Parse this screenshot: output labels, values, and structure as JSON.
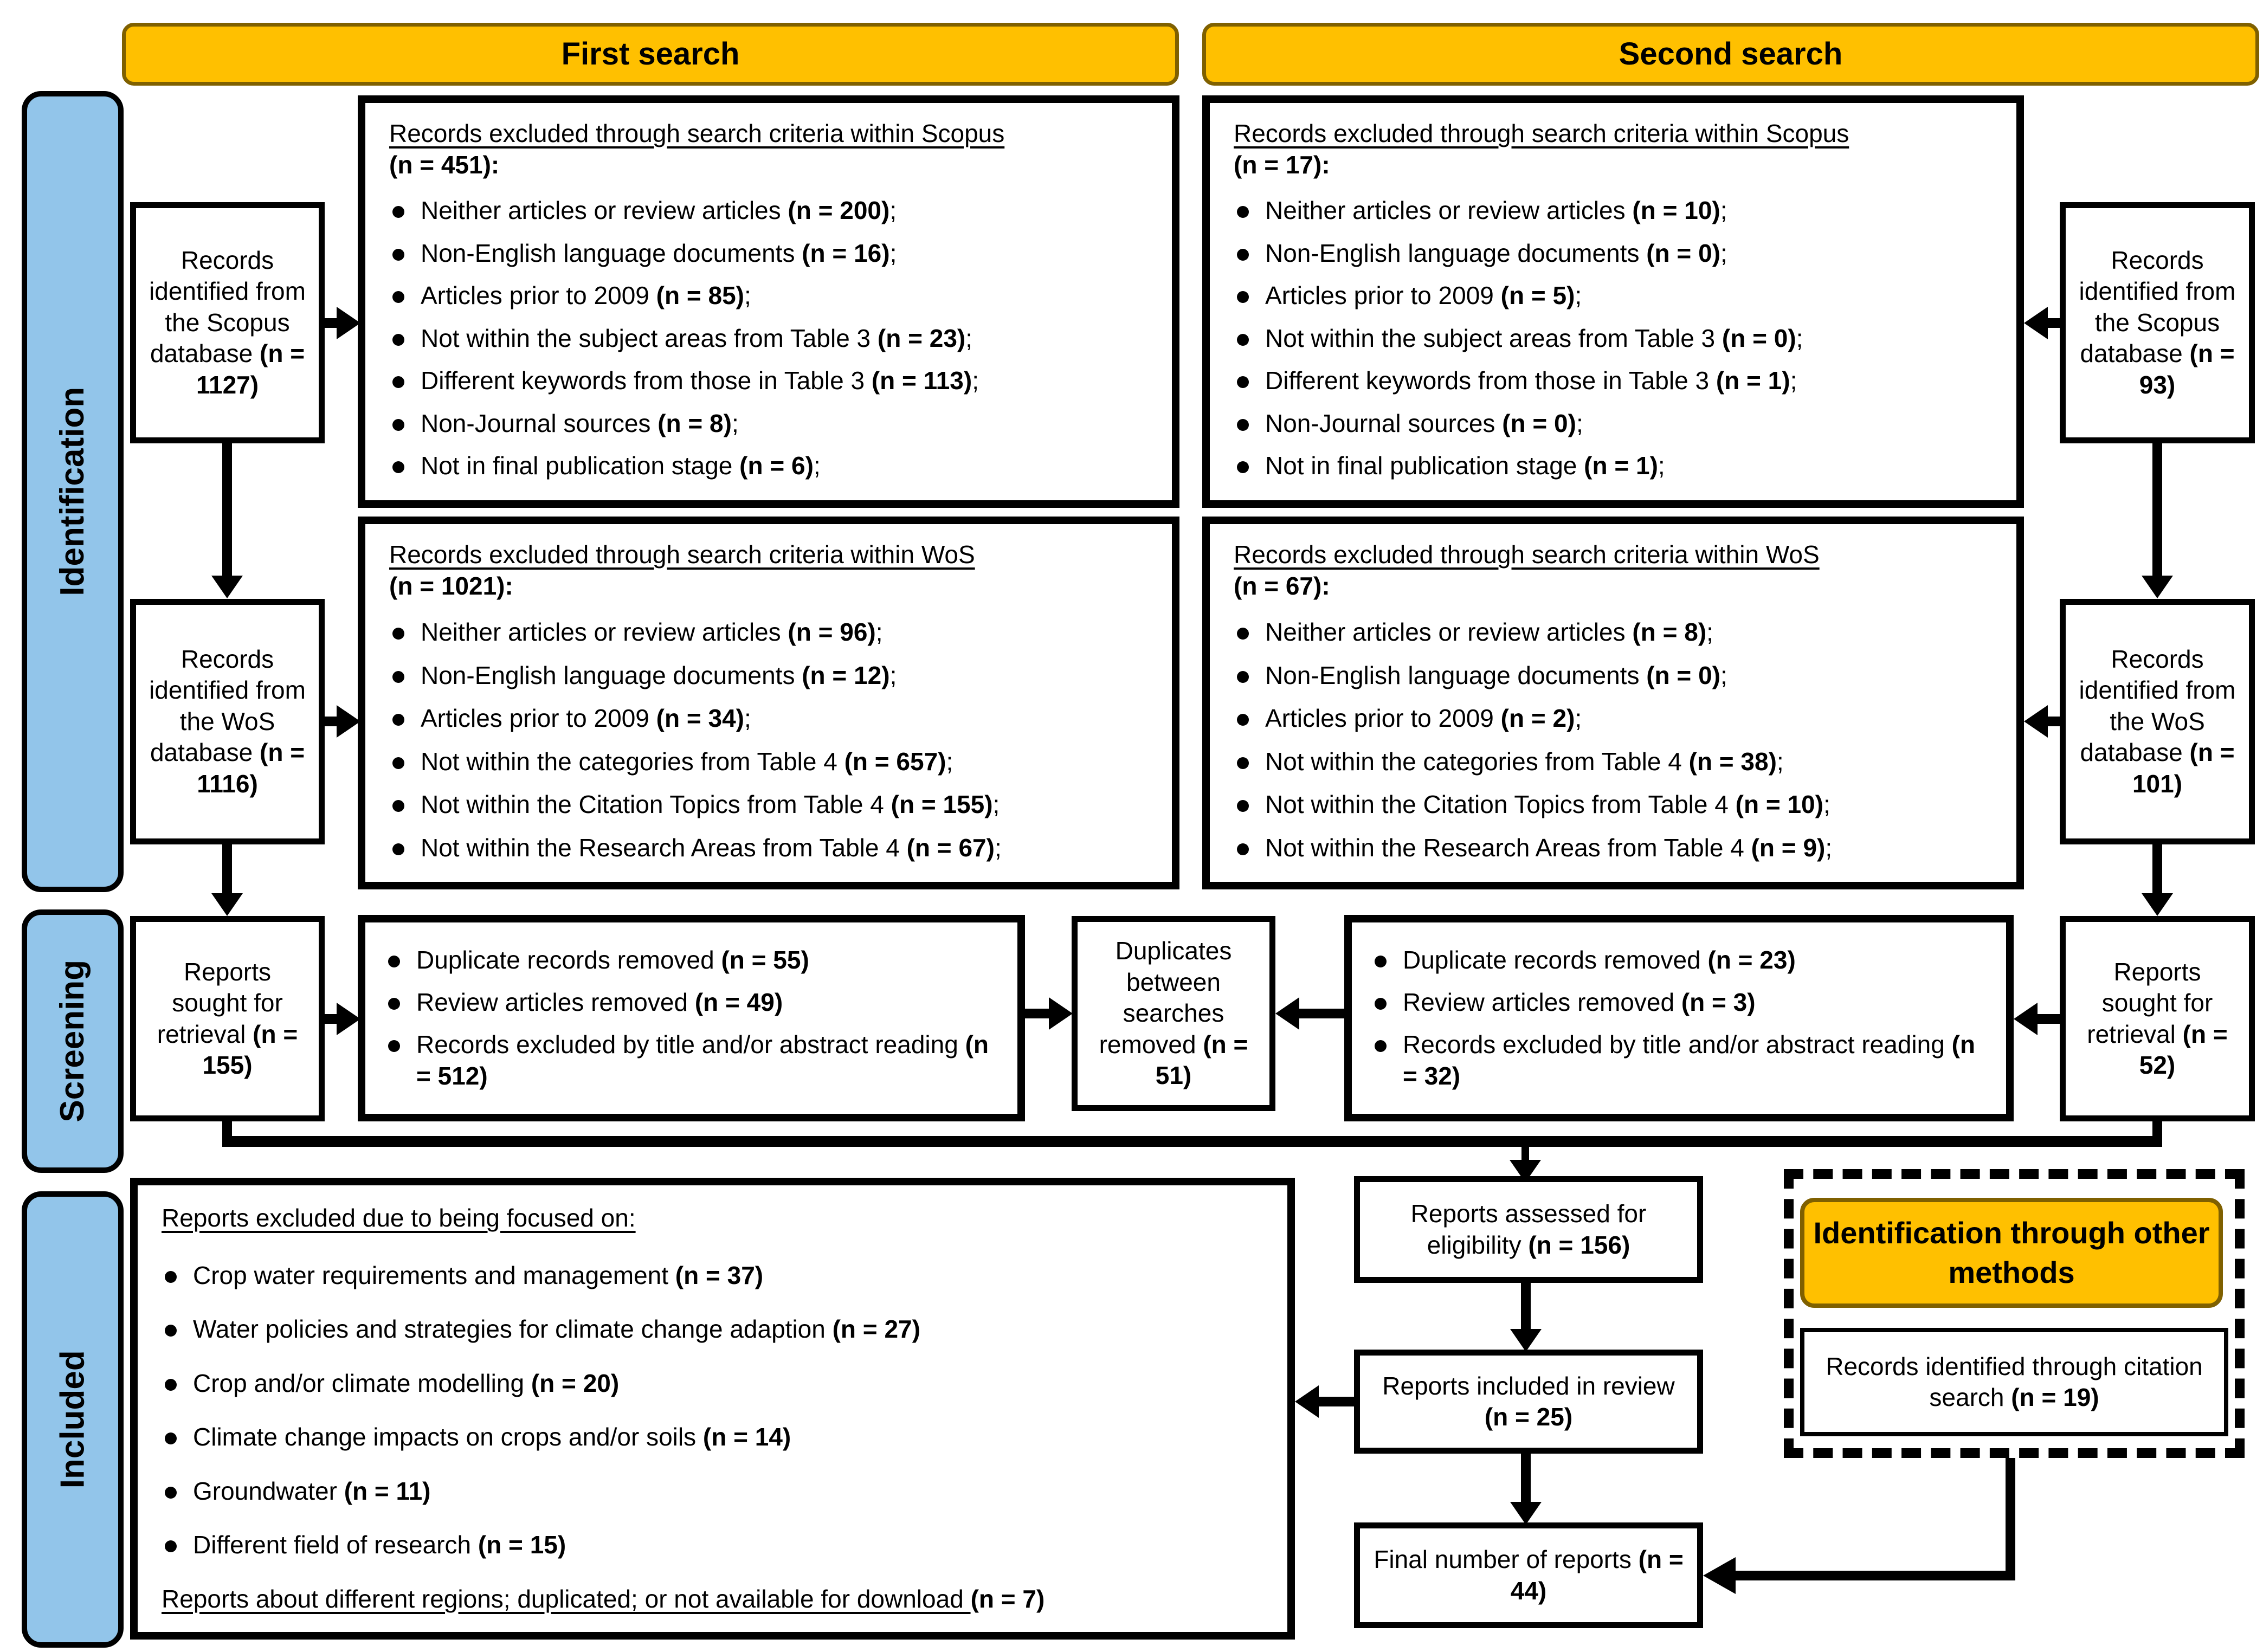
{
  "colors": {
    "accent_orange": "#FFC000",
    "accent_orange_border": "#7F6000",
    "sidebar_blue": "#92C5EA",
    "line_black": "#000000"
  },
  "headers": {
    "first": "First search",
    "second": "Second search"
  },
  "sidebar": {
    "identification": "Identification",
    "screening": "Screening",
    "included": "Included"
  },
  "first": {
    "scopus_db": {
      "text": "Records identified from the Scopus database ",
      "count": "(n = 1127)"
    },
    "wos_db": {
      "text": "Records identified from the WoS database ",
      "count": "(n = 1116)"
    },
    "scopus_excluded": {
      "title": "Records excluded through search criteria within Scopus",
      "count": "(n = 451):",
      "items": [
        {
          "text": "Neither articles or review articles ",
          "count": "(n = 200)",
          "suffix": ";"
        },
        {
          "text": "Non-English language documents ",
          "count": "(n = 16)",
          "suffix": ";"
        },
        {
          "text": "Articles prior to 2009 ",
          "count": "(n = 85)",
          "suffix": ";"
        },
        {
          "text": "Not within the subject areas from Table 3 ",
          "count": "(n = 23)",
          "suffix": ";"
        },
        {
          "text": "Different keywords from those in Table 3 ",
          "count": "(n = 113)",
          "suffix": ";"
        },
        {
          "text": "Non-Journal sources ",
          "count": "(n = 8)",
          "suffix": ";"
        },
        {
          "text": "Not in final publication stage ",
          "count": "(n = 6)",
          "suffix": ";"
        }
      ]
    },
    "wos_excluded": {
      "title": "Records excluded through search criteria within WoS",
      "count": "(n = 1021):",
      "items": [
        {
          "text": "Neither articles or review articles ",
          "count": "(n = 96)",
          "suffix": ";"
        },
        {
          "text": "Non-English language documents ",
          "count": "(n = 12)",
          "suffix": ";"
        },
        {
          "text": "Articles prior to 2009 ",
          "count": "(n = 34)",
          "suffix": ";"
        },
        {
          "text": "Not within the categories from Table 4 ",
          "count": "(n = 657)",
          "suffix": ";"
        },
        {
          "text": "Not within the Citation Topics from Table 4 ",
          "count": "(n = 155)",
          "suffix": ";"
        },
        {
          "text": "Not within the Research Areas from Table 4 ",
          "count": "(n = 67)",
          "suffix": ";"
        }
      ]
    },
    "reports_sought": {
      "text": "Reports sought for retrieval ",
      "count": "(n = 155)"
    },
    "screen_removed": {
      "items": [
        {
          "text": "Duplicate records removed ",
          "count": "(n = 55)",
          "suffix": ""
        },
        {
          "text": "Review articles removed ",
          "count": "(n = 49)",
          "suffix": ""
        },
        {
          "text": "Records excluded by title and/or abstract reading ",
          "count": "(n = 512)",
          "suffix": ""
        }
      ]
    }
  },
  "second": {
    "scopus_db": {
      "text": "Records identified from the Scopus database ",
      "count": "(n = 93)"
    },
    "wos_db": {
      "text": "Records identified from the WoS database ",
      "count": "(n = 101)"
    },
    "scopus_excluded": {
      "title": "Records excluded through search criteria within Scopus",
      "count": "(n = 17):",
      "items": [
        {
          "text": "Neither articles or review articles ",
          "count": "(n = 10)",
          "suffix": ";"
        },
        {
          "text": "Non-English language documents ",
          "count": "(n = 0)",
          "suffix": ";"
        },
        {
          "text": "Articles prior to 2009 ",
          "count": "(n = 5)",
          "suffix": ";"
        },
        {
          "text": "Not within the subject areas from Table 3 ",
          "count": "(n = 0)",
          "suffix": ";"
        },
        {
          "text": "Different keywords from those in Table 3 ",
          "count": "(n = 1)",
          "suffix": ";"
        },
        {
          "text": "Non-Journal sources ",
          "count": "(n = 0)",
          "suffix": ";"
        },
        {
          "text": "Not in final publication stage ",
          "count": "(n = 1)",
          "suffix": ";"
        }
      ]
    },
    "wos_excluded": {
      "title": "Records excluded through search criteria within WoS",
      "count": "(n = 67):",
      "items": [
        {
          "text": "Neither articles or review articles ",
          "count": "(n = 8)",
          "suffix": ";"
        },
        {
          "text": "Non-English language documents ",
          "count": "(n = 0)",
          "suffix": ";"
        },
        {
          "text": "Articles prior to 2009 ",
          "count": "(n = 2)",
          "suffix": ";"
        },
        {
          "text": "Not within the categories from Table 4 ",
          "count": "(n = 38)",
          "suffix": ";"
        },
        {
          "text": "Not within the Citation Topics from Table 4 ",
          "count": "(n = 10)",
          "suffix": ";"
        },
        {
          "text": "Not within the Research Areas from Table 4 ",
          "count": "(n = 9)",
          "suffix": ";"
        }
      ]
    },
    "reports_sought": {
      "text": "Reports sought for retrieval ",
      "count": "(n = 52)"
    },
    "screen_removed": {
      "items": [
        {
          "text": "Duplicate records removed ",
          "count": "(n = 23)",
          "suffix": ""
        },
        {
          "text": "Review articles removed ",
          "count": "(n = 3)",
          "suffix": ""
        },
        {
          "text": "Records excluded by title and/or abstract reading ",
          "count": "(n = 32)",
          "suffix": ""
        }
      ]
    }
  },
  "duplicates_between": {
    "text": "Duplicates between searches removed ",
    "count": "(n = 51)"
  },
  "included": {
    "reasons": {
      "title": "Reports excluded due to being focused on:",
      "items": [
        {
          "text": "Crop water requirements and management ",
          "count": "(n = 37)"
        },
        {
          "text": "Water policies and strategies for climate change adaption ",
          "count": "(n = 27)"
        },
        {
          "text": "Crop and/or climate modelling ",
          "count": "(n = 20)"
        },
        {
          "text": "Climate change impacts on crops and/or soils ",
          "count": "(n = 14)"
        },
        {
          "text": "Groundwater ",
          "count": "(n = 11)"
        },
        {
          "text": "Different field of research ",
          "count": "(n = 15)"
        }
      ],
      "footer": {
        "text": "Reports about different regions; duplicated; or not available for download ",
        "count": "(n = 7)"
      }
    },
    "assessed": {
      "text": "Reports assessed for eligibility ",
      "count": "(n = 156)"
    },
    "review": {
      "text": "Reports included in review ",
      "count": "(n = 25)"
    },
    "final": {
      "text": "Final number of reports ",
      "count": "(n = 44)"
    },
    "other_methods": {
      "header": "Identification through other methods",
      "citation": {
        "text": "Records identified through citation search ",
        "count": "(n = 19)"
      }
    }
  }
}
